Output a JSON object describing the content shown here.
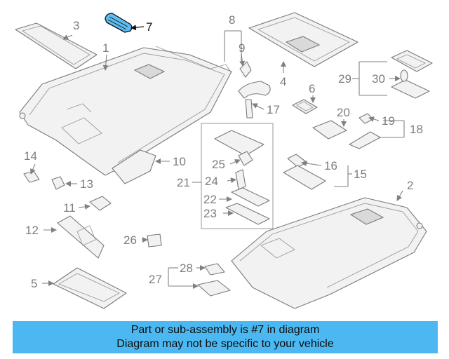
{
  "banner": {
    "line1": "Part or sub-assembly is #7 in diagram",
    "line2": "Diagram may not be specific to your vehicle",
    "color": "#4cb8f2"
  },
  "highlight": {
    "part_number": "7",
    "color": "#5bbdf2"
  },
  "callouts": {
    "c1": "1",
    "c2": "2",
    "c3": "3",
    "c4": "4",
    "c5": "5",
    "c6": "6",
    "c7": "7",
    "c8": "8",
    "c9": "9",
    "c10": "10",
    "c11": "11",
    "c12": "12",
    "c13": "13",
    "c14": "14",
    "c15": "15",
    "c16": "16",
    "c17": "17",
    "c18": "18",
    "c19": "19",
    "c20": "20",
    "c21": "21",
    "c22": "22",
    "c23": "23",
    "c24": "24",
    "c25": "25",
    "c26": "26",
    "c27": "27",
    "c28": "28",
    "c29": "29",
    "c30": "30"
  }
}
